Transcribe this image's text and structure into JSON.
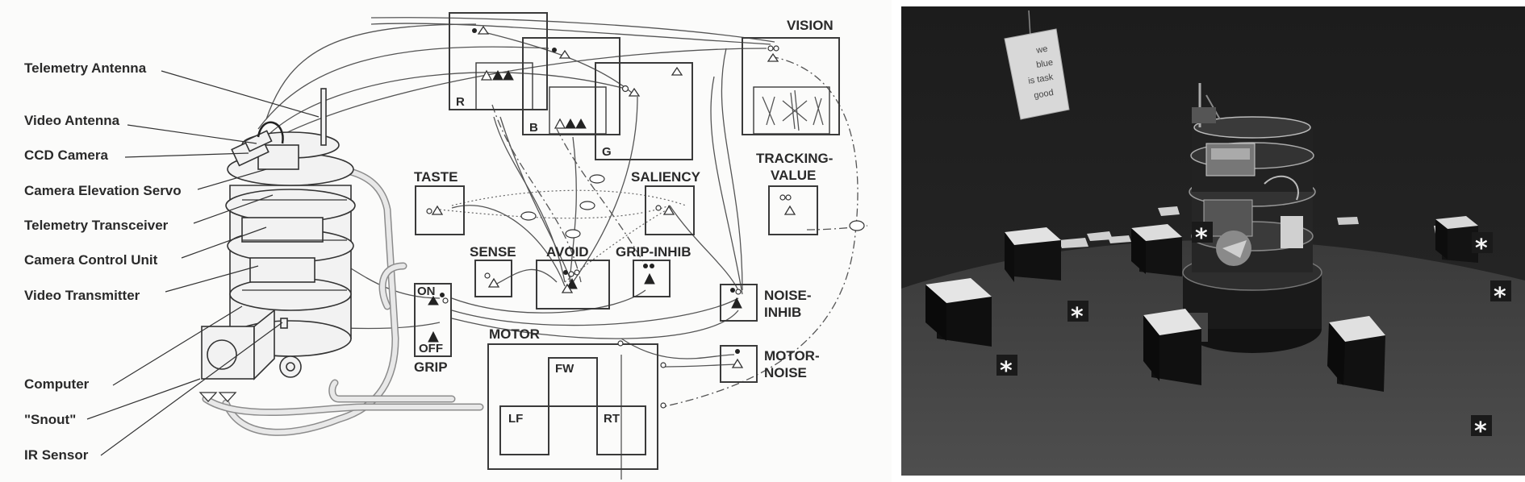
{
  "robot_parts": [
    "Telemetry Antenna",
    "Video Antenna",
    "CCD Camera",
    "Camera Elevation Servo",
    "Telemetry Transceiver",
    "Camera Control Unit",
    "Video Transmitter",
    "Computer",
    "\"Snout\"",
    "IR Sensor"
  ],
  "modules": {
    "vision": "VISION",
    "r": "R",
    "b": "B",
    "g": "G",
    "taste": "TASTE",
    "saliency": "SALIENCY",
    "tracking_value": [
      "TRACKING-",
      "VALUE"
    ],
    "sense": "SENSE",
    "avoid": "AVOID",
    "grip_inhib": "GRIP-INHIB",
    "on": "ON",
    "off": "OFF",
    "grip": "GRIP",
    "noise_inhib": [
      "NOISE-",
      "INHIB"
    ],
    "motor_noise": [
      "MOTOR-",
      "NOISE"
    ],
    "motor": "MOTOR",
    "fw": "FW",
    "lf": "LF",
    "rt": "RT"
  },
  "photo": {
    "star_marker": "*",
    "sign_text": [
      "we",
      "blue",
      "is task",
      "good"
    ]
  }
}
